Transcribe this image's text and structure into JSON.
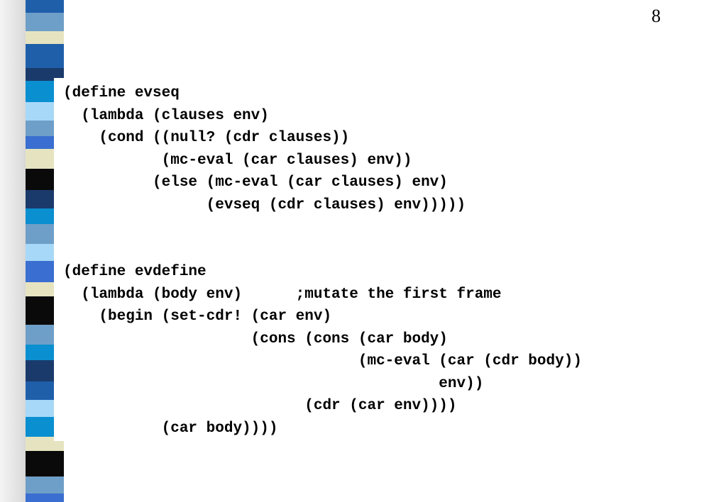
{
  "page_number": "8",
  "code_lines": [
    "(define evseq",
    "  (lambda (clauses env)",
    "    (cond ((null? (cdr clauses))",
    "           (mc-eval (car clauses) env))",
    "          (else (mc-eval (car clauses) env)",
    "                (evseq (cdr clauses) env)))))",
    "",
    "",
    "(define evdefine",
    "  (lambda (body env)      ;mutate the first frame",
    "    (begin (set-cdr! (car env)",
    "                     (cons (cons (car body)",
    "                                 (mc-eval (car (cdr body))",
    "                                          env))",
    "                           (cdr (car env))))",
    "           (car body))))"
  ],
  "stripe_colors": [
    "#0a0a0a",
    "#1f5faa",
    "#6e9fc8",
    "#e6e4c0",
    "#1a3a6b",
    "#0a8fd0",
    "#a8d8f8",
    "#3a6ed0"
  ]
}
